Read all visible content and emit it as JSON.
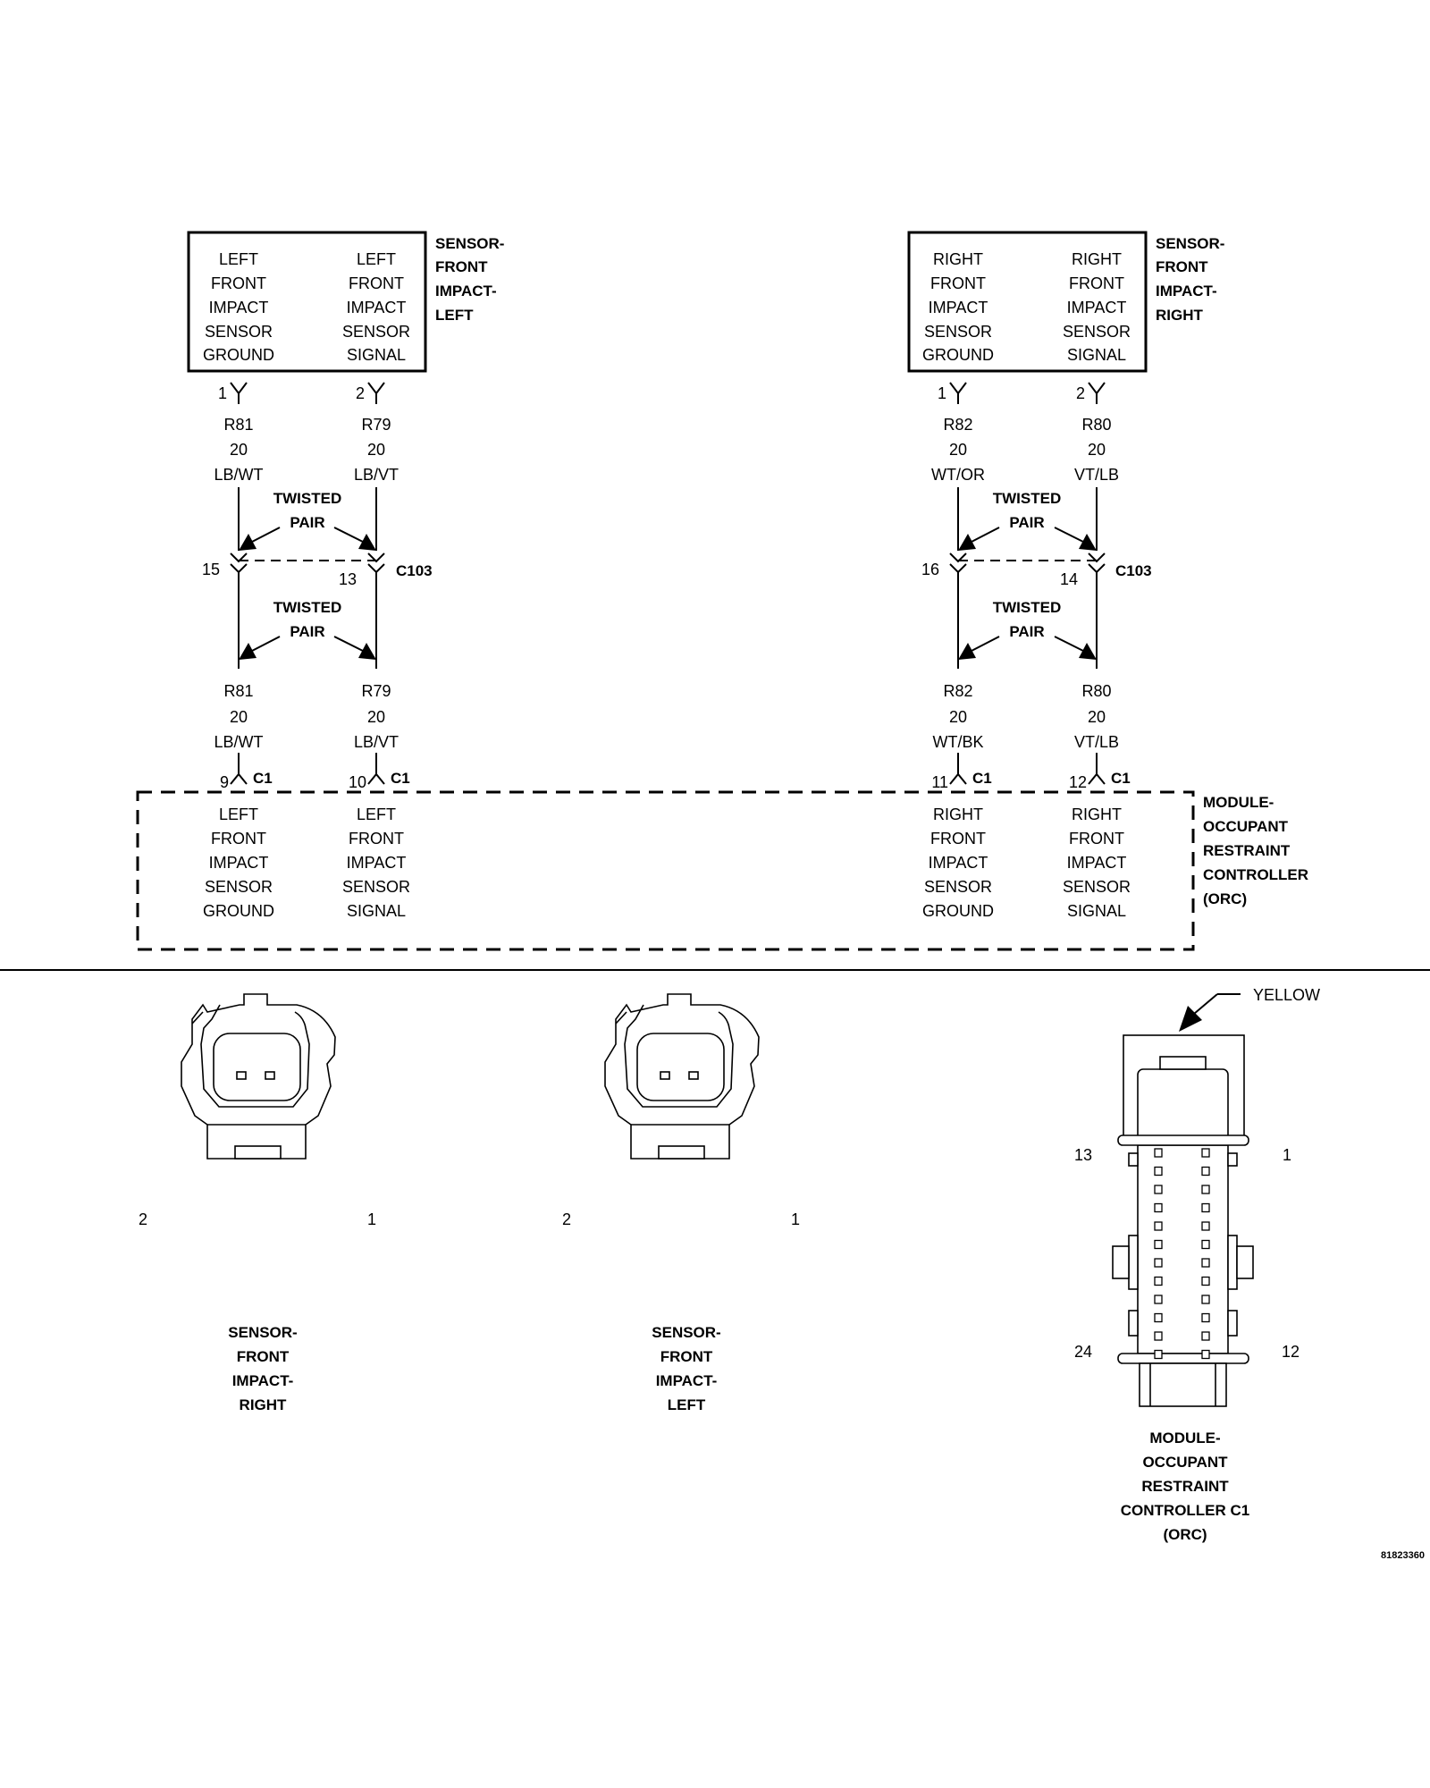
{
  "left_sensor": {
    "name_lines": [
      "SENSOR-",
      "FRONT",
      "IMPACT-",
      "LEFT"
    ],
    "pin1_lines": [
      "LEFT",
      "FRONT",
      "IMPACT",
      "SENSOR",
      "GROUND"
    ],
    "pin2_lines": [
      "LEFT",
      "FRONT",
      "IMPACT",
      "SENSOR",
      "SIGNAL"
    ],
    "pin1": "1",
    "pin2": "2"
  },
  "right_sensor": {
    "name_lines": [
      "SENSOR-",
      "FRONT",
      "IMPACT-",
      "RIGHT"
    ],
    "pin1_lines": [
      "RIGHT",
      "FRONT",
      "IMPACT",
      "SENSOR",
      "GROUND"
    ],
    "pin2_lines": [
      "RIGHT",
      "FRONT",
      "IMPACT",
      "SENSOR",
      "SIGNAL"
    ],
    "pin1": "1",
    "pin2": "2"
  },
  "wires_upper": {
    "left_ground": [
      "R81",
      "20",
      "LB/WT"
    ],
    "left_signal": [
      "R79",
      "20",
      "LB/VT"
    ],
    "right_ground": [
      "R82",
      "20",
      "WT/OR"
    ],
    "right_signal": [
      "R80",
      "20",
      "VT/LB"
    ]
  },
  "wires_lower": {
    "left_ground": [
      "R81",
      "20",
      "LB/WT"
    ],
    "left_signal": [
      "R79",
      "20",
      "LB/VT"
    ],
    "right_ground": [
      "R82",
      "20",
      "WT/BK"
    ],
    "right_signal": [
      "R80",
      "20",
      "VT/LB"
    ]
  },
  "twisted_pair_lines": [
    "TWISTED",
    "PAIR"
  ],
  "c103": {
    "name": "C103",
    "left_ground_pin": "15",
    "left_signal_pin": "13",
    "right_ground_pin": "16",
    "right_signal_pin": "14"
  },
  "c1": {
    "name": "C1",
    "left_ground_pin": "9",
    "left_signal_pin": "10",
    "right_ground_pin": "11",
    "right_signal_pin": "12"
  },
  "module": {
    "name_lines": [
      "MODULE-",
      "OCCUPANT",
      "RESTRAINT",
      "CONTROLLER",
      "(ORC)"
    ],
    "left_ground_lines": [
      "LEFT",
      "FRONT",
      "IMPACT",
      "SENSOR",
      "GROUND"
    ],
    "left_signal_lines": [
      "LEFT",
      "FRONT",
      "IMPACT",
      "SENSOR",
      "SIGNAL"
    ],
    "right_ground_lines": [
      "RIGHT",
      "FRONT",
      "IMPACT",
      "SENSOR",
      "GROUND"
    ],
    "right_signal_lines": [
      "RIGHT",
      "FRONT",
      "IMPACT",
      "SENSOR",
      "SIGNAL"
    ]
  },
  "connector_views": {
    "right_sensor": {
      "label_lines": [
        "SENSOR-",
        "FRONT",
        "IMPACT-",
        "RIGHT"
      ],
      "pin_left": "2",
      "pin_right": "1"
    },
    "left_sensor": {
      "label_lines": [
        "SENSOR-",
        "FRONT",
        "IMPACT-",
        "LEFT"
      ],
      "pin_left": "2",
      "pin_right": "1"
    },
    "orc_c1": {
      "label_lines": [
        "MODULE-",
        "OCCUPANT",
        "RESTRAINT",
        "CONTROLLER C1",
        "(ORC)"
      ],
      "color": "YELLOW",
      "pin_top_left": "13",
      "pin_top_right": "1",
      "pin_bottom_left": "24",
      "pin_bottom_right": "12"
    }
  },
  "figure_id": "81823360"
}
